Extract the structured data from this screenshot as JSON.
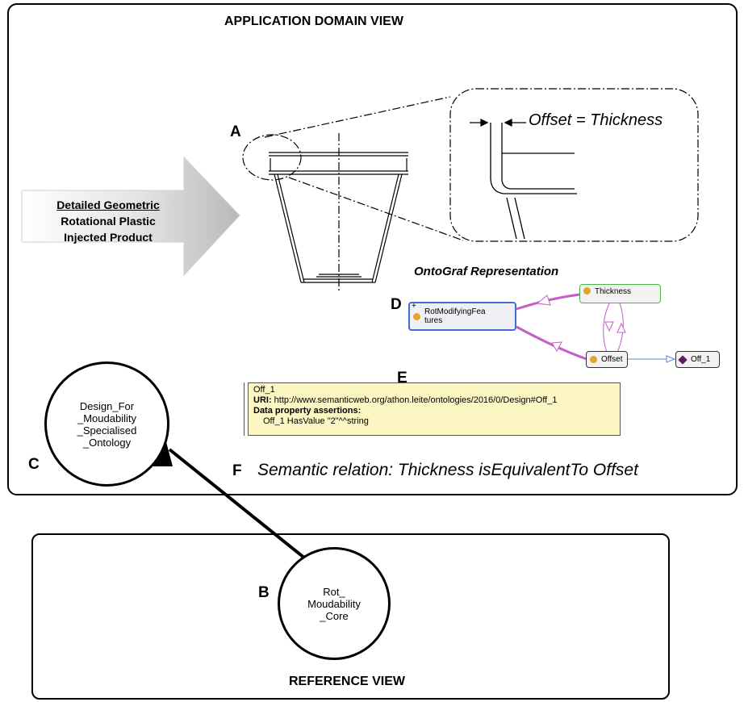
{
  "application_view": {
    "title": "APPLICATION DOMAIN VIEW"
  },
  "reference_view": {
    "title": "REFERENCE VIEW"
  },
  "labels": {
    "A": "A",
    "B": "B",
    "C": "C",
    "D": "D",
    "E": "E",
    "F": "F"
  },
  "arrow": {
    "line1": "Detailed Geometric",
    "line2": "Rotational Plastic",
    "line3": "Injected Product"
  },
  "zoom": {
    "caption": "Offset = Thickness"
  },
  "ontograf": {
    "title": "OntoGraf Representation",
    "nodes": {
      "rot": "RotModifyingFeatures",
      "rot_line1": "RotModifyingFea",
      "rot_line2": "tures",
      "thickness": "Thickness",
      "offset": "Offset",
      "off1": "Off_1"
    },
    "expand_symbol": "+"
  },
  "tooltip": {
    "name": "Off_1",
    "uri_label": "URI:",
    "uri": "http://www.semanticweb.org/athon.leite/ontologies/2016/0/Design#Off_1",
    "assertions_label": "Data property assertions:",
    "assertion": "Off_1 HasValue \"2\"^^string"
  },
  "semantic_relation": "Semantic relation: Thickness isEquivalentTo Offset",
  "circles": {
    "specialised": [
      "Design_For",
      "_Moudability",
      "_Specialised",
      "_Ontology"
    ],
    "core": [
      "Rot_",
      "Moudability",
      "_Core"
    ]
  },
  "colors": {
    "ontograf_edge": "#c35fc6",
    "ontograf_link": "#4d8fd6",
    "class_dot": "#e2a52a",
    "individual": "#5a1d5e",
    "tooltip_bg": "#fcf6c3"
  }
}
